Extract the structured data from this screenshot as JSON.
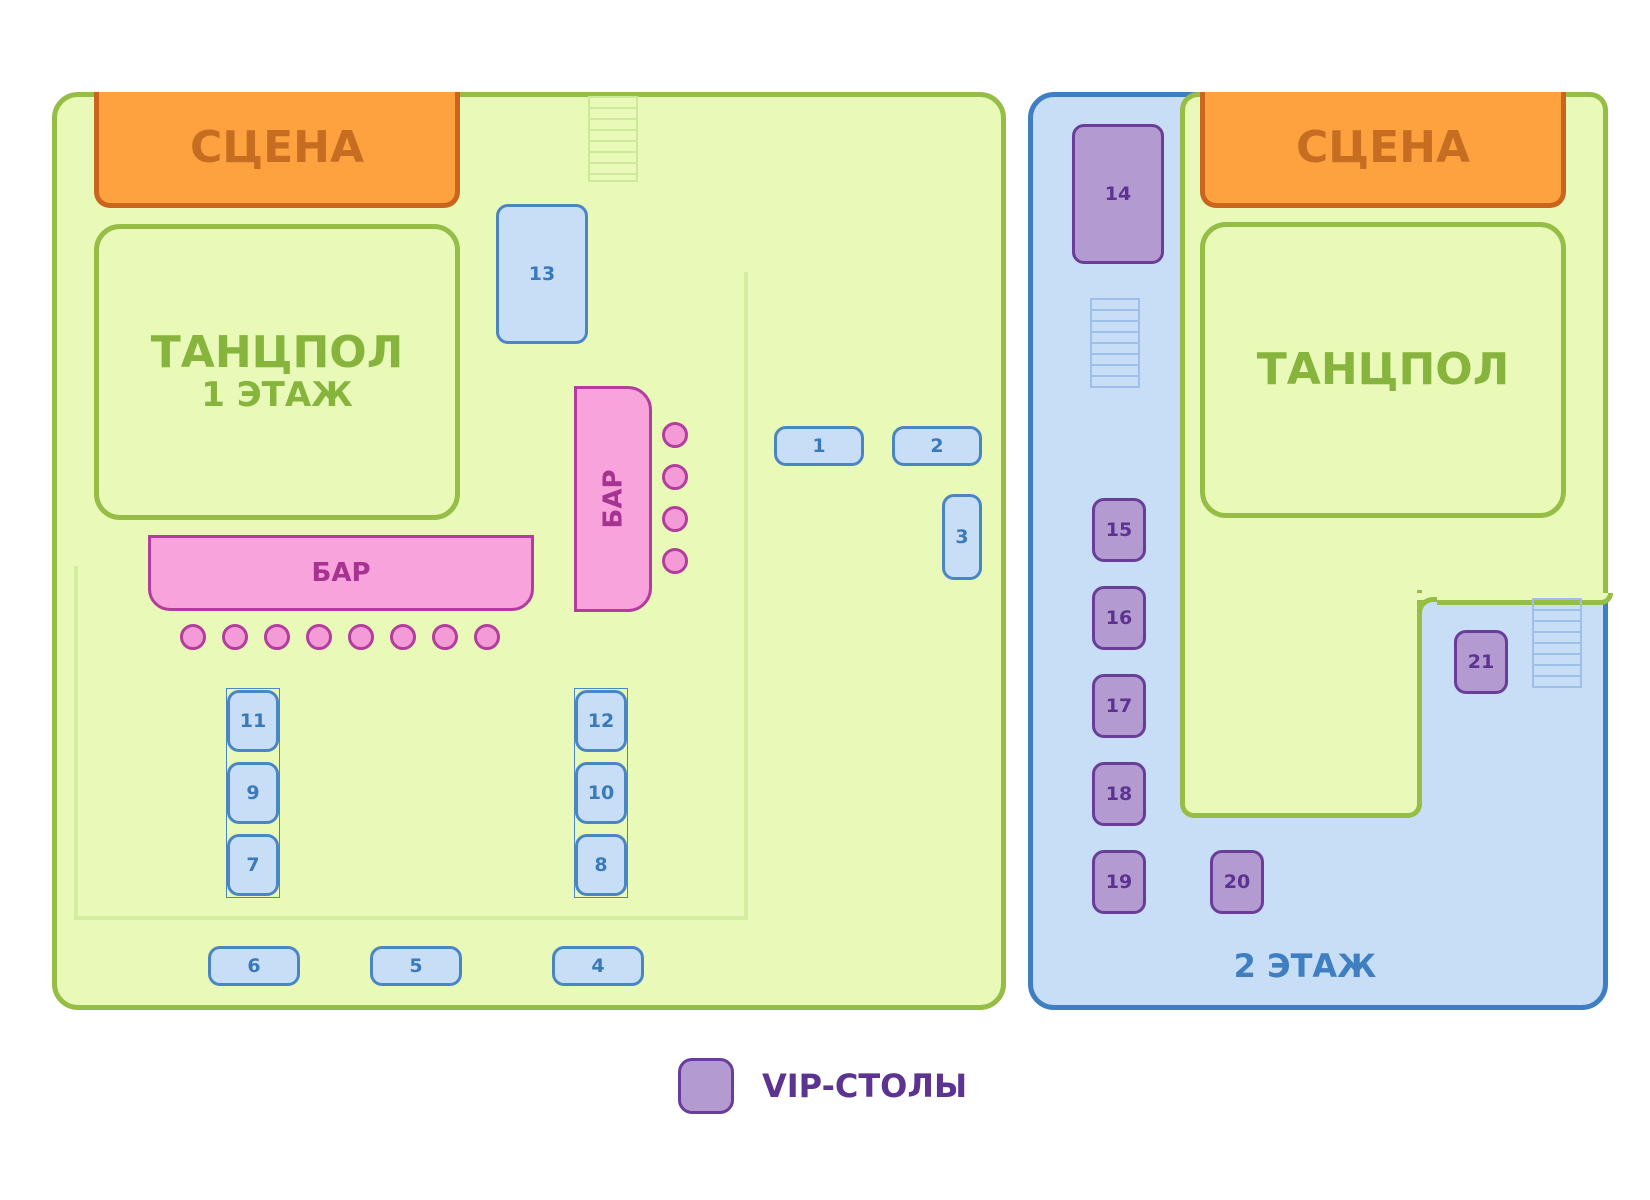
{
  "colors": {
    "floor1_fill": "#e8f9b8",
    "floor1_border": "#96bd45",
    "floor2_fill": "#c8def7",
    "floor2_border": "#3f7fc1",
    "stage": "#fda23f",
    "bar": "#f8a3dc",
    "table": "#c8def7",
    "vip": "#b39ad0"
  },
  "floor1": {
    "stage": "СЦЕНА",
    "dancefloor_title": "ТАНЦПОЛ",
    "dancefloor_subtitle": "1 ЭТАЖ",
    "bar_horizontal": "БАР",
    "bar_vertical": "БАР",
    "tables": [
      "1",
      "2",
      "3",
      "4",
      "5",
      "6",
      "7",
      "8",
      "9",
      "10",
      "11",
      "12",
      "13"
    ]
  },
  "floor2": {
    "stage": "СЦЕНА",
    "dancefloor_title": "ТАНЦПОЛ",
    "label": "2 ЭТАЖ",
    "vip_tables": [
      "14",
      "15",
      "16",
      "17",
      "18",
      "19",
      "20",
      "21"
    ]
  },
  "legend": {
    "label": "VIP-СТОЛЫ"
  }
}
